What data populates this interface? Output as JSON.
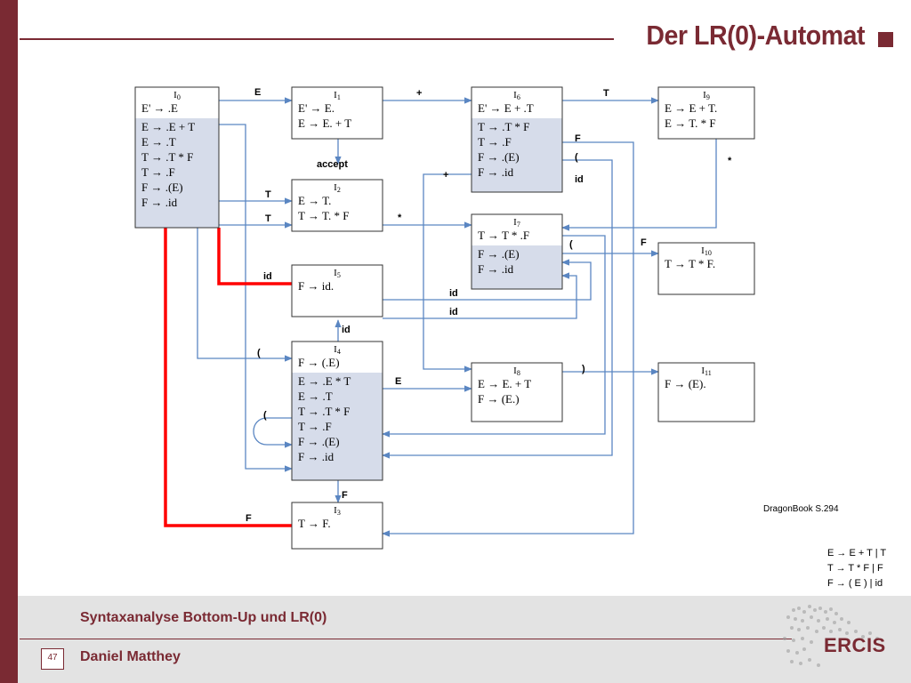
{
  "slide": {
    "title": "Der LR(0)-Automat",
    "source_note": "DragonBook S.294",
    "grammar": [
      "E → E + T | T",
      "T → T * F | F",
      "F → ( E ) | id"
    ],
    "footer_title": "Syntaxanalyse Bottom-Up und LR(0)",
    "author": "Daniel Matthey",
    "page_number": "47",
    "logo_text": "ERCIS"
  },
  "colors": {
    "accent": "#7a2a33",
    "arrow": "#5a86c2",
    "highlight": "#ff0000",
    "closure_fill": "#d6dcea"
  },
  "diagram": {
    "states": [
      {
        "id": "I0",
        "name": "I",
        "sub": "0",
        "kernel": [
          "E' → .E"
        ],
        "closure": [
          "E → .E + T",
          "E → .T",
          "T → .T * F",
          "T → .F",
          "F → .(E)",
          "F → .id"
        ]
      },
      {
        "id": "I1",
        "name": "I",
        "sub": "1",
        "kernel": [
          "E' → E.",
          "E → E. + T"
        ],
        "closure": []
      },
      {
        "id": "I2",
        "name": "I",
        "sub": "2",
        "kernel": [
          "E → T.",
          "T → T. * F"
        ],
        "closure": []
      },
      {
        "id": "I3",
        "name": "I",
        "sub": "3",
        "kernel": [
          "T → F."
        ],
        "closure": []
      },
      {
        "id": "I4",
        "name": "I",
        "sub": "4",
        "kernel": [
          "F → (.E)"
        ],
        "closure": [
          "E → .E * T",
          "E → .T",
          "T → .T * F",
          "T → .F",
          "F → .(E)",
          "F → .id"
        ]
      },
      {
        "id": "I5",
        "name": "I",
        "sub": "5",
        "kernel": [
          "F → id."
        ],
        "closure": []
      },
      {
        "id": "I6",
        "name": "I",
        "sub": "6",
        "kernel": [
          "E' → E + .T"
        ],
        "closure": [
          "T → .T * F",
          "T → .F",
          "F → .(E)",
          "F → .id"
        ]
      },
      {
        "id": "I7",
        "name": "I",
        "sub": "7",
        "kernel": [
          "T → T * .F"
        ],
        "closure": [
          "F → .(E)",
          "F → .id"
        ]
      },
      {
        "id": "I8",
        "name": "I",
        "sub": "8",
        "kernel": [
          "E → E. + T",
          "F → (E.)"
        ],
        "closure": []
      },
      {
        "id": "I9",
        "name": "I",
        "sub": "9",
        "kernel": [
          "E → E + T.",
          "E → T. * F"
        ],
        "closure": []
      },
      {
        "id": "I10",
        "name": "I",
        "sub": "10",
        "kernel": [
          "T → T * F."
        ],
        "closure": []
      },
      {
        "id": "I11",
        "name": "I",
        "sub": "11",
        "kernel": [
          "F → (E)."
        ],
        "closure": []
      }
    ],
    "edge_labels": [
      {
        "id": "l-I0-I1",
        "text": "E"
      },
      {
        "id": "l-I1-I6",
        "text": "+"
      },
      {
        "id": "l-I6-I9",
        "text": "T"
      },
      {
        "id": "l-I1-accept",
        "text": "accept"
      },
      {
        "id": "l-I0-I2a",
        "text": "T"
      },
      {
        "id": "l-I0-I2b",
        "text": "T"
      },
      {
        "id": "l-I2-I7",
        "text": "*"
      },
      {
        "id": "l-I0-I5",
        "text": "id"
      },
      {
        "id": "l-I4-I5",
        "text": "id"
      },
      {
        "id": "l-I6-I5",
        "text": "id"
      },
      {
        "id": "l-I7-I5",
        "text": "id"
      },
      {
        "id": "l-I8-I6",
        "text": "+"
      },
      {
        "id": "l-I6-I3",
        "text": "F"
      },
      {
        "id": "l-I6-I4",
        "text": "("
      },
      {
        "id": "l-I6-id",
        "text": "id"
      },
      {
        "id": "l-I9-I7",
        "text": "*"
      },
      {
        "id": "l-I7-I10",
        "text": "F"
      },
      {
        "id": "l-I7-I4",
        "text": "("
      },
      {
        "id": "l-I0-I4",
        "text": "("
      },
      {
        "id": "l-I4-I8",
        "text": "E"
      },
      {
        "id": "l-I8-I11",
        "text": ")"
      },
      {
        "id": "l-I4-I4",
        "text": "("
      },
      {
        "id": "l-I4-I3",
        "text": "F"
      },
      {
        "id": "l-I0-I3",
        "text": "F"
      }
    ]
  }
}
